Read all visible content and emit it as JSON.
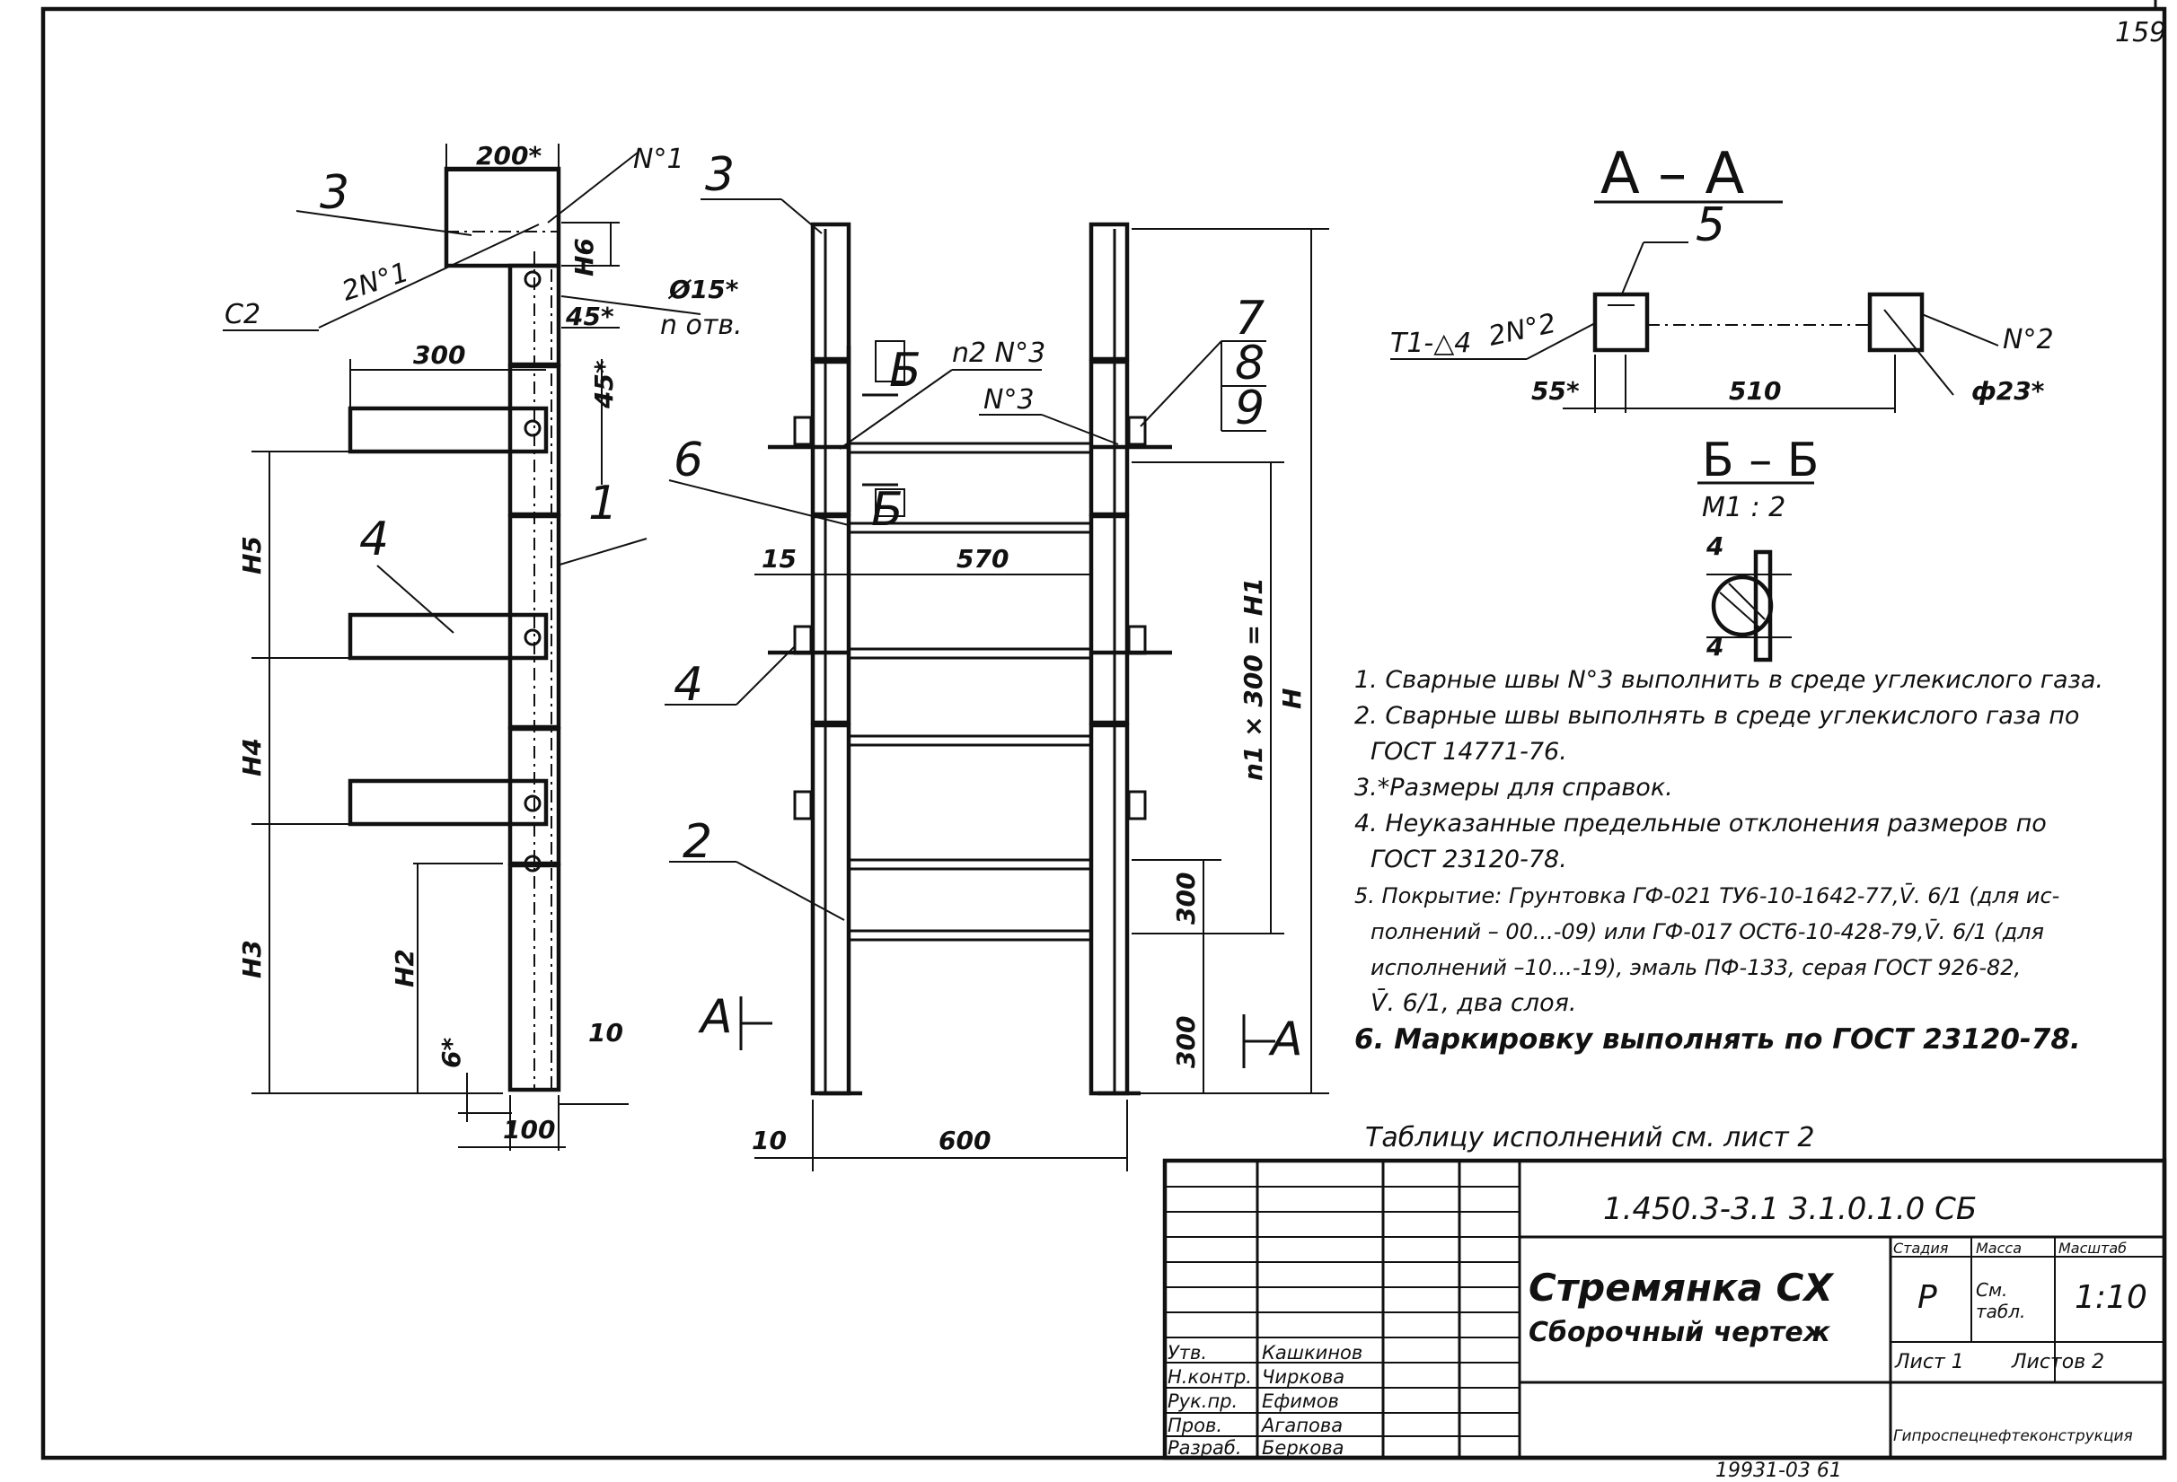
{
  "page_number": "159",
  "view_left": {
    "labels": {
      "part3": "3",
      "part1": "1",
      "part4": "4",
      "weld_n1": "N°1",
      "weld_2n1": "2N°1",
      "weld_c2": "C2"
    },
    "dims": {
      "w200": "200*",
      "h6": "H6",
      "d15": "Ø15*",
      "n_holes": "n отв.",
      "d45a": "45*",
      "d45b": "45*",
      "w300": "300",
      "h5": "H5",
      "h4": "H4",
      "h3": "H3",
      "h2": "H2",
      "d6": "6*",
      "d10": "10",
      "w100": "100"
    }
  },
  "view_mid": {
    "labels": {
      "part3": "3",
      "part6": "6",
      "part4": "4",
      "part2": "2",
      "section_b_top": "Б",
      "section_b_bot": "Б",
      "weld_n2n3": "n2 N°3",
      "section_a": "А"
    },
    "dims": {
      "d15": "15",
      "w570": "570",
      "d10": "10",
      "w600": "600"
    }
  },
  "view_right": {
    "labels": {
      "p7": "7",
      "p8": "8",
      "p9": "9",
      "weld_n3": "N°3",
      "section_a": "А"
    },
    "dims": {
      "n1x300": "n1 × 300 = H1",
      "h": "H",
      "d300a": "300",
      "d300b": "300"
    }
  },
  "section_aa": {
    "title": "А – А",
    "labels": {
      "part5": "5",
      "t1": "Т1-△4",
      "weld_2n2": "2N°2",
      "weld_n2": "N°2"
    },
    "dims": {
      "d55": "55*",
      "w510": "510",
      "d23": "ф23*"
    }
  },
  "section_bb": {
    "title": "Б – Б",
    "scale": "М1 : 2",
    "label_top": "4",
    "label_bot": "4"
  },
  "notes": [
    "1. Сварные швы N°3 выполнить в среде углекислого газа.",
    "2. Сварные швы выполнять в среде углекислого газа по",
    "ГОСТ 14771-76.",
    "3.*Размеры для справок.",
    "4. Неуказанные предельные отклонения размеров по",
    "ГОСТ 23120-78.",
    "5. Покрытие: Грунтовка ГФ-021 ТУ6-10-1642-77,V̄. 6/1 (для ис-",
    "полнений – 00...-09) или ГФ-017 ОСТ6-10-428-79,V̄. 6/1 (для",
    "исполнений –10...-19), эмаль ПФ-133, серая ГОСТ 926-82,",
    "V̄. 6/1, два слоя.",
    "6. Маркировку выполнять по ГОСТ 23120-78."
  ],
  "table_ref": "Таблицу исполнений см. лист 2",
  "title_block": {
    "doc_code": "1.450.3-3.1   3.1.0.1.0 СБ",
    "title_main": "Стремянка СХ",
    "title_sub": "Сборочный чертеж",
    "col_stage": "Стадия",
    "col_mass": "Масса",
    "col_scale": "Масштаб",
    "stage": "Р",
    "mass": "См. табл.",
    "scale": "1:10",
    "sheet": "Лист 1",
    "sheets": "Листов 2",
    "org": "Гипроспецнефтеконструкция",
    "signatures": [
      {
        "role": "Утв.",
        "name": "Кашкинов"
      },
      {
        "role": "Н.контр.",
        "name": "Чиркова"
      },
      {
        "role": "Рук.пр.",
        "name": "Ефимов"
      },
      {
        "role": "Пров.",
        "name": "Агапова"
      },
      {
        "role": "Разраб.",
        "name": "Беркова"
      }
    ]
  },
  "archive_number": "19931-03   61"
}
